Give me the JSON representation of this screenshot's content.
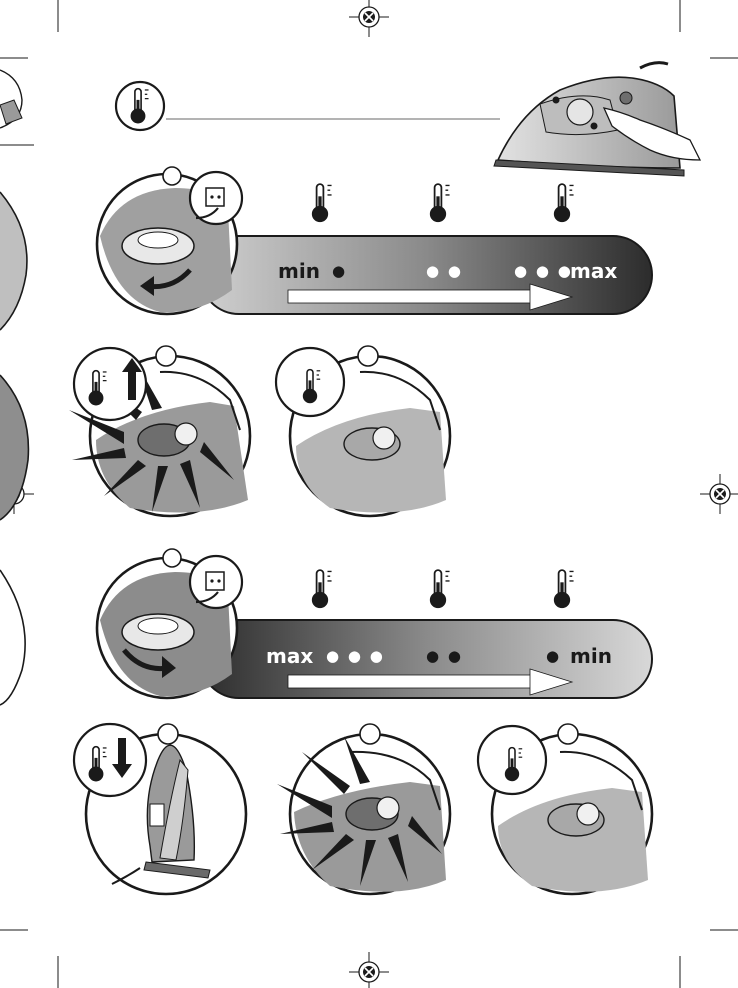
{
  "colors": {
    "ink": "#1a1a1a",
    "iron_body": "#8c8c8c",
    "iron_light": "#d4d4d4",
    "bar_light": "#cfcfcf",
    "bar_dark": "#2e2e2e",
    "led_on": "#6e6e6e",
    "led_off": "#a8a8a8"
  },
  "icons": [
    "thermometer-icon",
    "arrow-up-icon",
    "arrow-down-icon",
    "power-plug-icon",
    "registration-mark-icon"
  ],
  "section_heat_up": {
    "label_min": "min",
    "label_max": "max",
    "dots_low": "●",
    "dots_mid": "● ●",
    "dots_high": "● ● ●"
  },
  "section_cool_down": {
    "label_max": "max",
    "label_min": "min",
    "dots_high": "● ● ●",
    "dots_mid": "● ●",
    "dots_low": "●"
  }
}
